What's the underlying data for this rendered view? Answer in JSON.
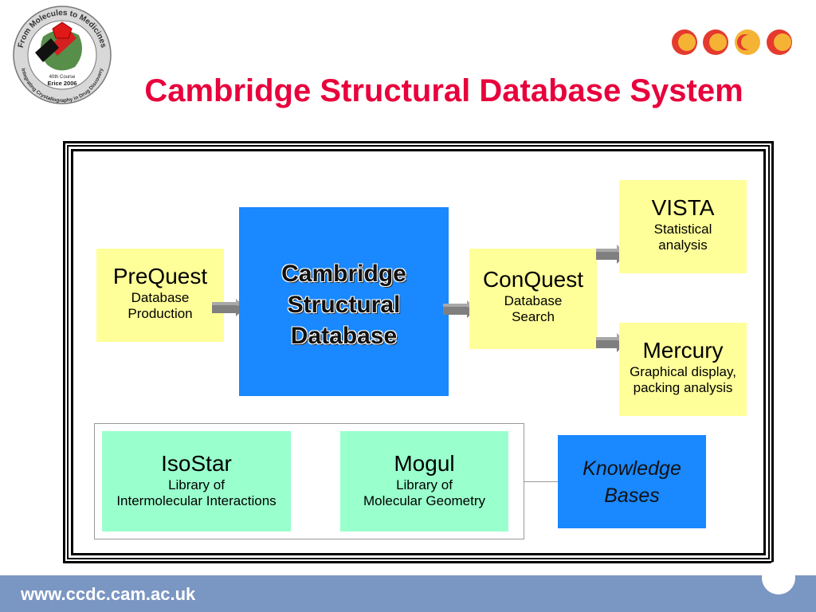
{
  "header": {
    "title": "Cambridge Structural Database System",
    "logo": {
      "top_text": "From Molecules to Medicines",
      "bottom_text": "Integrating Crystallography in Drug Discovery",
      "course": "40th Course",
      "place": "Erice 2006"
    },
    "dots_icon": "ccdc-logo-circles",
    "colors": {
      "title": "#e8003c",
      "dot_outer": "#e53a2e",
      "dot_inner": "#f5b335"
    }
  },
  "diagram": {
    "prequest": {
      "name": "PreQuest",
      "desc_line1": "Database",
      "desc_line2": "Production"
    },
    "csd": {
      "line1": "Cambridge",
      "line2": "Structural",
      "line3": "Database"
    },
    "conquest": {
      "name": "ConQuest",
      "desc_line1": "Database",
      "desc_line2": "Search"
    },
    "vista": {
      "name": "VISTA",
      "desc_line1": "Statistical",
      "desc_line2": "analysis"
    },
    "mercury": {
      "name": "Mercury",
      "desc_line1": "Graphical display,",
      "desc_line2": "packing analysis"
    },
    "isostar": {
      "name": "IsoStar",
      "desc_line1": "Library of",
      "desc_line2": "Intermolecular Interactions"
    },
    "mogul": {
      "name": "Mogul",
      "desc_line1": "Library of",
      "desc_line2": "Molecular Geometry"
    },
    "knowledge_bases": {
      "line1": "Knowledge",
      "line2": "Bases"
    },
    "colors": {
      "yellow": "#ffff99",
      "green": "#99ffcc",
      "blue": "#1a88ff",
      "arrow": "#7f7f7f"
    }
  },
  "footer": {
    "url": "www.ccdc.cam.ac.uk",
    "color": "#7a96c2"
  }
}
